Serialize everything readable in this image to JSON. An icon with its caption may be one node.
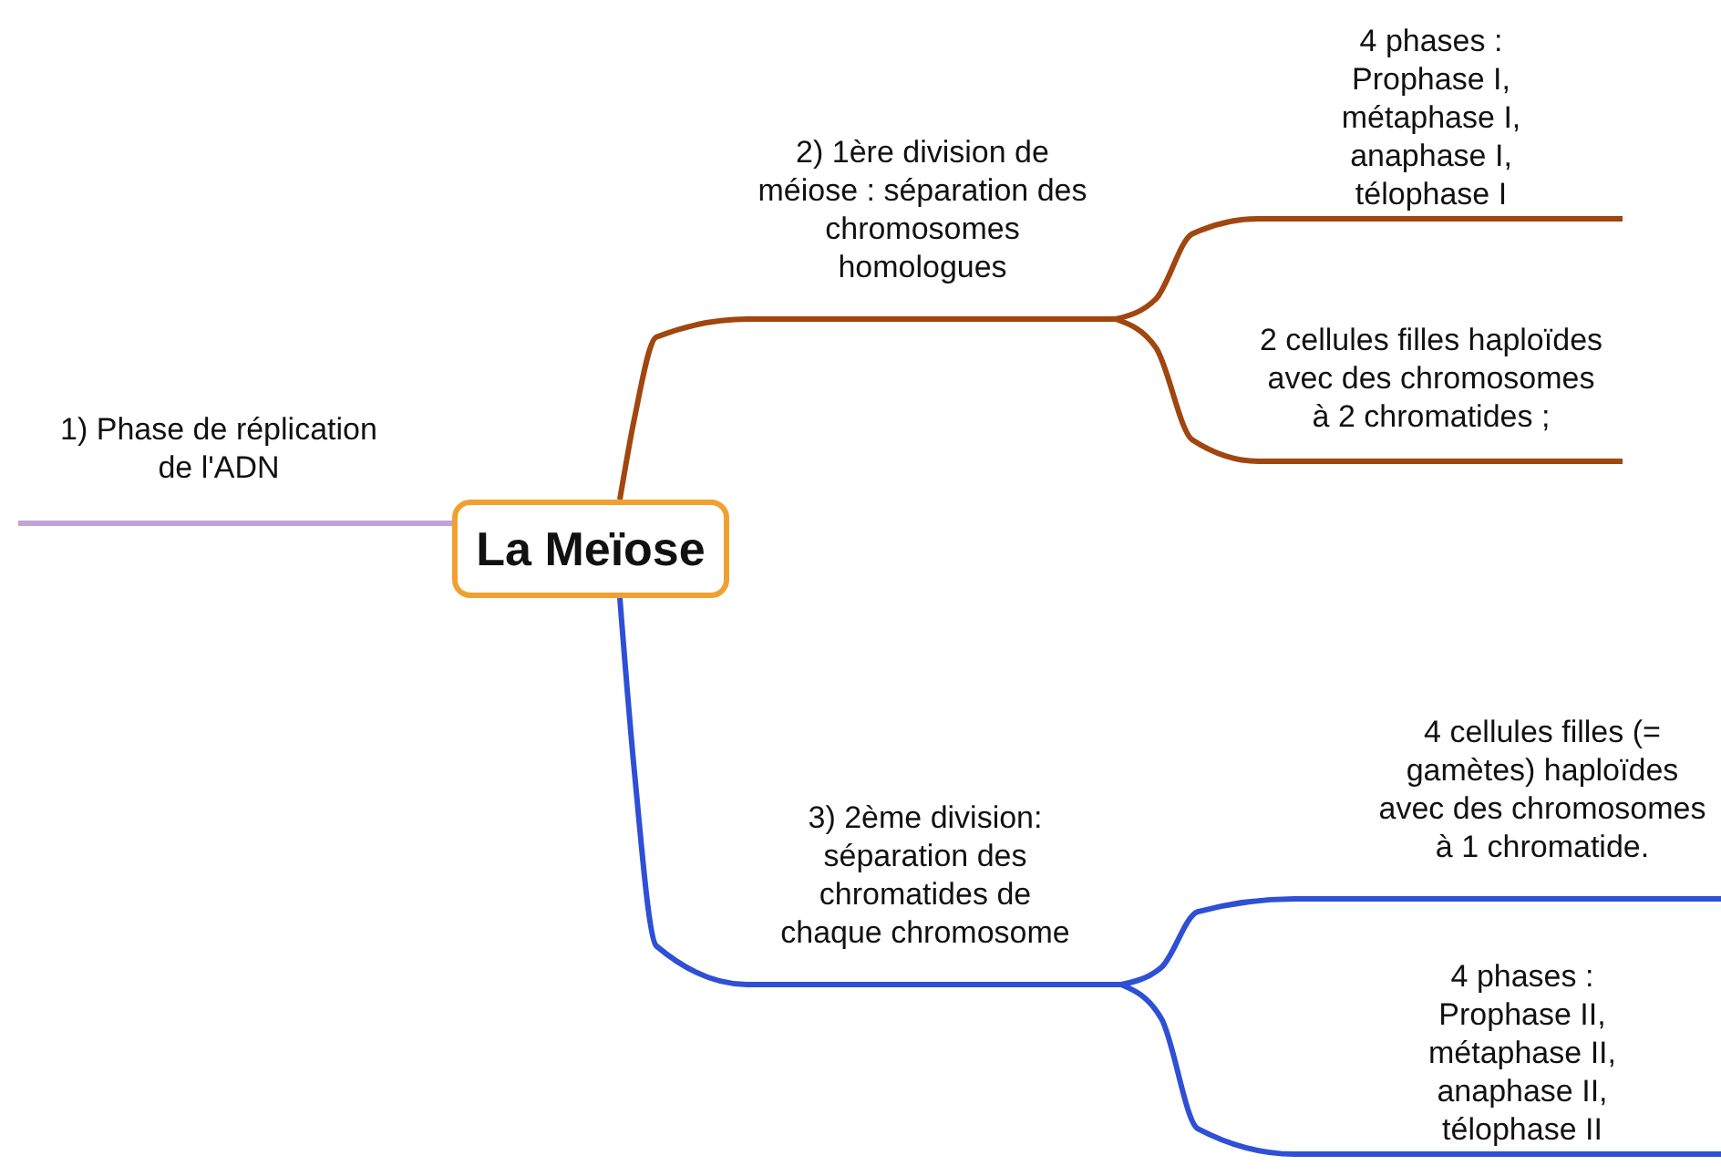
{
  "diagram": {
    "nodes": [
      {
        "text": [
          "La Meïose"
        ]
      },
      {
        "text": [
          "1) Phase de réplication de l'ADN"
        ]
      },
      {
        "text": [
          "2) 1ère division de méiose : séparation des chromosomes homologues"
        ]
      },
      {
        "text": [
          "4 phases : Prophase I, métaphase I, anaphase I, télophase I"
        ]
      },
      {
        "text": [
          "2 cellules filles haploïdes avec des chromosomes à 2 chromatides ;"
        ]
      },
      {
        "text": [
          "3) 2ème division: séparation des chromatides de chaque chromosome"
        ]
      },
      {
        "text": [
          "4 cellules filles (= gamètes) haploïdes avec des chromosomes à 1 chromatide."
        ]
      },
      {
        "text": [
          "4 phases : Prophase II, métaphase II, anaphase II, télophase II"
        ]
      }
    ],
    "edges": [
      {
        "from": 0,
        "to": 1,
        "arrow": "none",
        "color": "#c3a0d6"
      },
      {
        "from": 0,
        "to": 2,
        "arrow": "none",
        "color": "#a0460f"
      },
      {
        "from": 2,
        "to": 3,
        "arrow": "none",
        "color": "#a0460f"
      },
      {
        "from": 2,
        "to": 4,
        "arrow": "none",
        "color": "#a0460f"
      },
      {
        "from": 0,
        "to": 5,
        "arrow": "none",
        "color": "#2e4fd6"
      },
      {
        "from": 5,
        "to": 6,
        "arrow": "none",
        "color": "#2e4fd6"
      },
      {
        "from": 5,
        "to": 7,
        "arrow": "none",
        "color": "#2e4fd6"
      }
    ]
  }
}
